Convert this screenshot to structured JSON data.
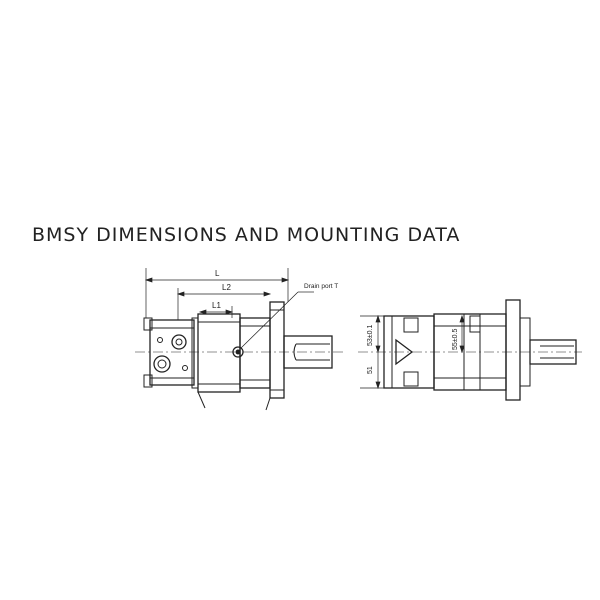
{
  "title": "BMSY  DIMENSIONS AND MOUNTING DATA",
  "side_view": {
    "dim_L": "L",
    "dim_L2": "L2",
    "dim_L1": "L1",
    "drain_port_label": "Drain port T"
  },
  "front_view": {
    "dim_53": "53±0.1",
    "dim_51": "51",
    "dim_55": "55±0.5"
  },
  "colors": {
    "line": "#222222",
    "background": "#ffffff"
  }
}
